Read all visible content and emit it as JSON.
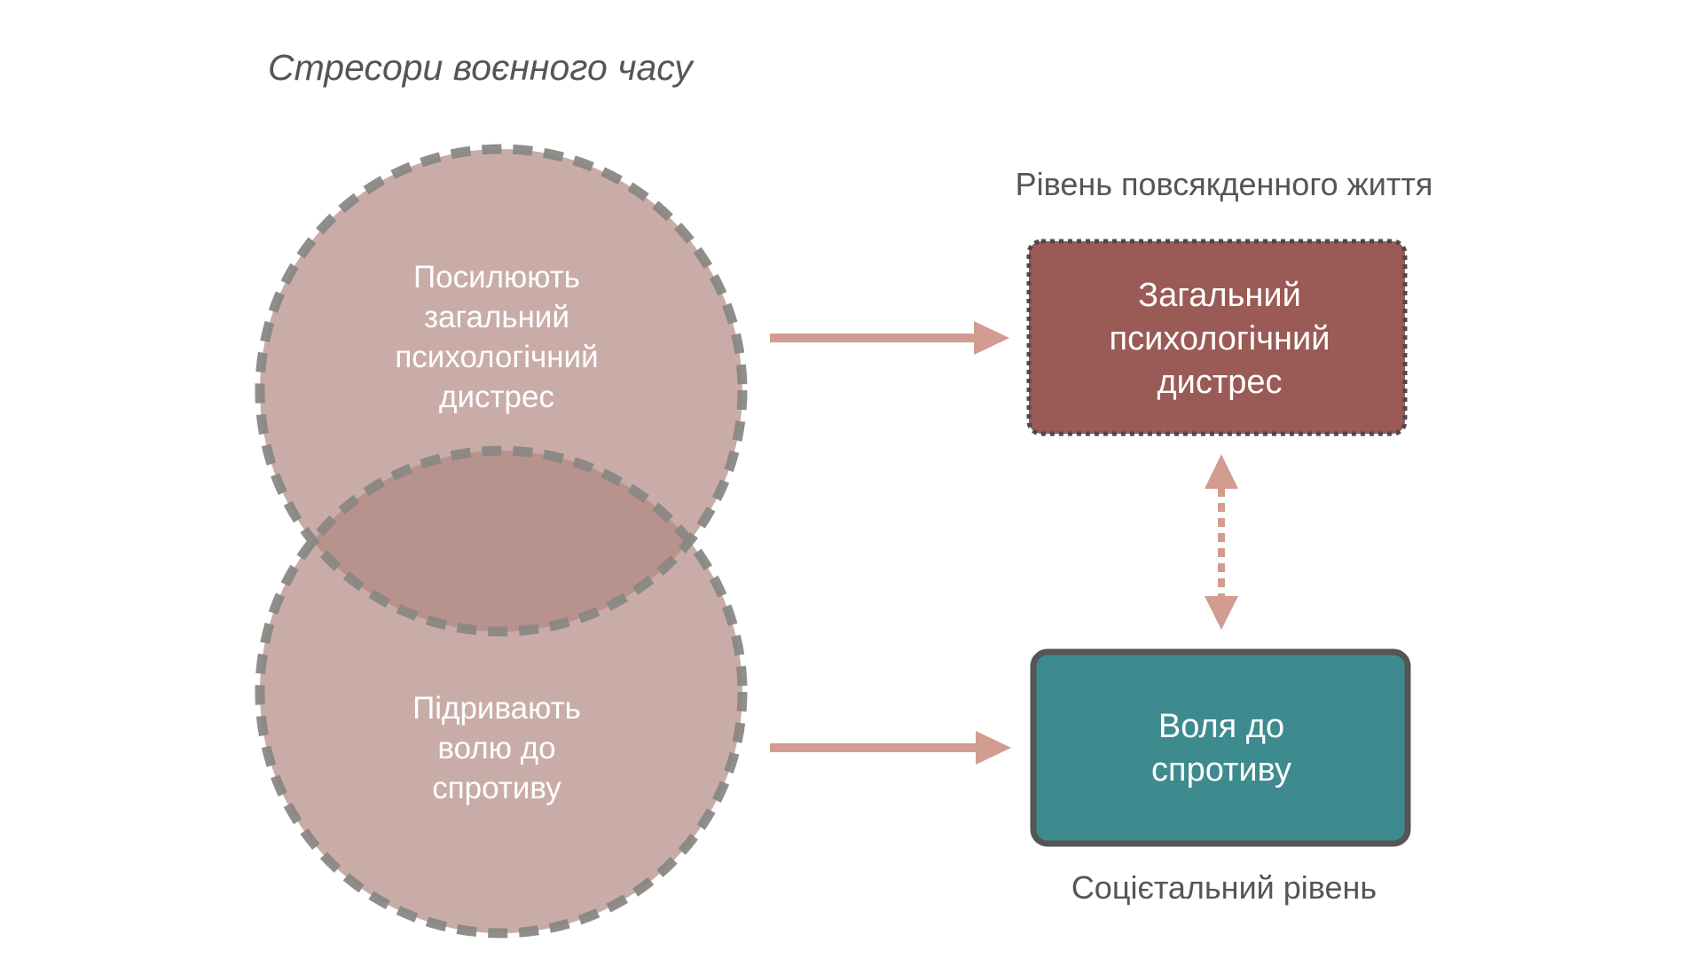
{
  "title": "Стресори воєнного часу",
  "stressors": {
    "top": {
      "lines": [
        "Посилюють",
        "загальний",
        "психологічний",
        "дистрес"
      ]
    },
    "bottom": {
      "lines": [
        "Підривають",
        "волю до",
        "спротиву"
      ]
    }
  },
  "levels": {
    "daily": "Рівень повсякденного життя",
    "societal": "Соцієтальний рівень"
  },
  "boxes": {
    "distress": {
      "lines": [
        "Загальний",
        "психологічний",
        "дистрес"
      ]
    },
    "will": {
      "lines": [
        "Воля до",
        "спротиву"
      ]
    }
  },
  "colors": {
    "circle_fill": "#c9aca8",
    "circle_overlap": "#b8928d",
    "circle_stroke": "#8a8884",
    "distress_box": "#9a5a55",
    "distress_border": "#4a4a4a",
    "will_box": "#3e8b8f",
    "will_border": "#555555",
    "arrow": "#d29c91"
  }
}
